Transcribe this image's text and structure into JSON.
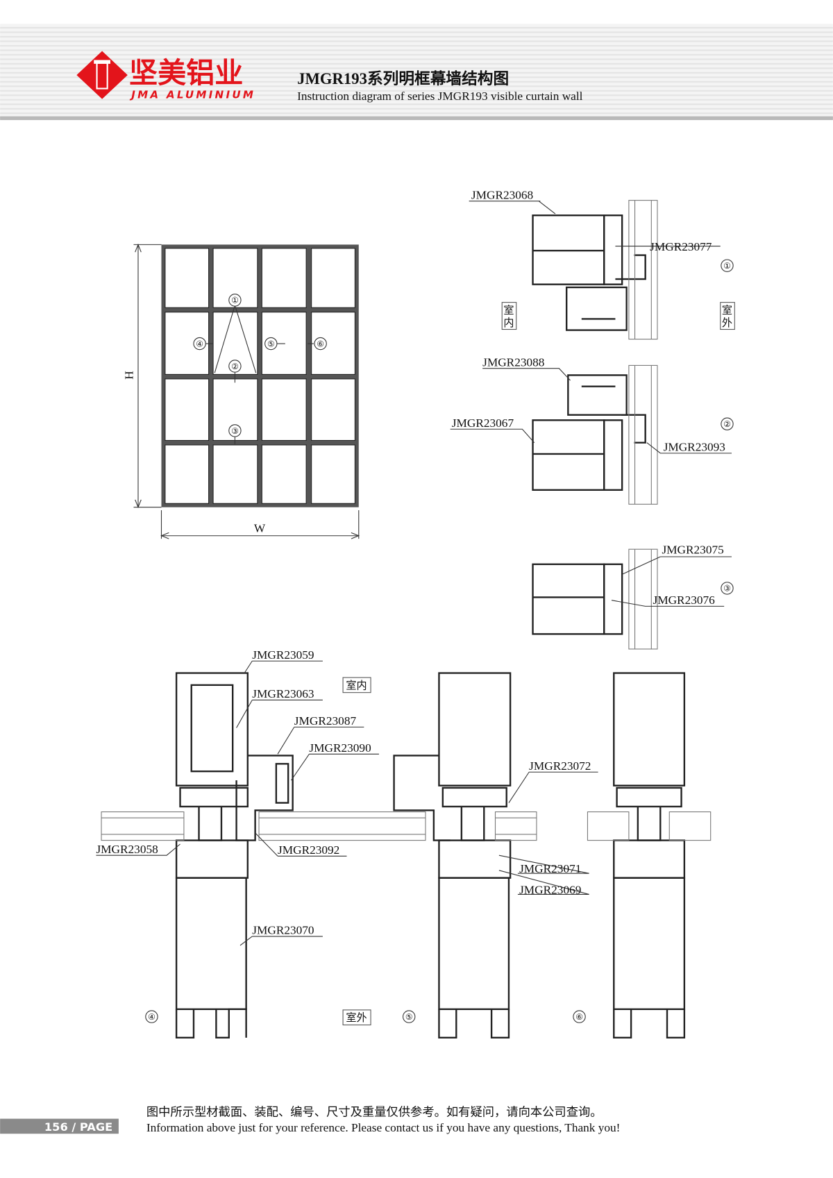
{
  "header": {
    "brand_cn": "坚美铝业",
    "brand_en": "JMA ALUMINIUM",
    "title_cn": "JMGR193系列明框幕墙结构图",
    "title_en": "Instruction diagram of series JMGR193 visible curtain wall",
    "brand_color": "#e3141b"
  },
  "elevation": {
    "height_label": "H",
    "width_label": "W",
    "markers": [
      "①",
      "②",
      "③",
      "④",
      "⑤",
      "⑥"
    ]
  },
  "details": {
    "indoor": "室内",
    "outdoor": "室外",
    "indoor_v": [
      "室",
      "内"
    ],
    "outdoor_v": [
      "室",
      "外"
    ],
    "d1": {
      "marker": "①",
      "parts": [
        "JMGR23068",
        "JMGR23077"
      ]
    },
    "d2": {
      "marker": "②",
      "parts": [
        "JMGR23088",
        "JMGR23067",
        "JMGR23093"
      ]
    },
    "d3": {
      "marker": "③",
      "parts": [
        "JMGR23075",
        "JMGR23076"
      ]
    },
    "d4": {
      "marker": "④",
      "parts": [
        "JMGR23059",
        "JMGR23063",
        "JMGR23087",
        "JMGR23090",
        "JMGR23058",
        "JMGR23092",
        "JMGR23070"
      ]
    },
    "d5": {
      "marker": "⑤",
      "parts": [
        "JMGR23072",
        "JMGR23071",
        "JMGR23069"
      ]
    },
    "d6": {
      "marker": "⑥"
    }
  },
  "footer": {
    "page": "156 / PAGE",
    "note_cn": "图中所示型材截面、装配、编号、尺寸及重量仅供参考。如有疑问，请向本公司查询。",
    "note_en": "Information above just for your reference. Please contact us if you have any questions, Thank you!"
  }
}
